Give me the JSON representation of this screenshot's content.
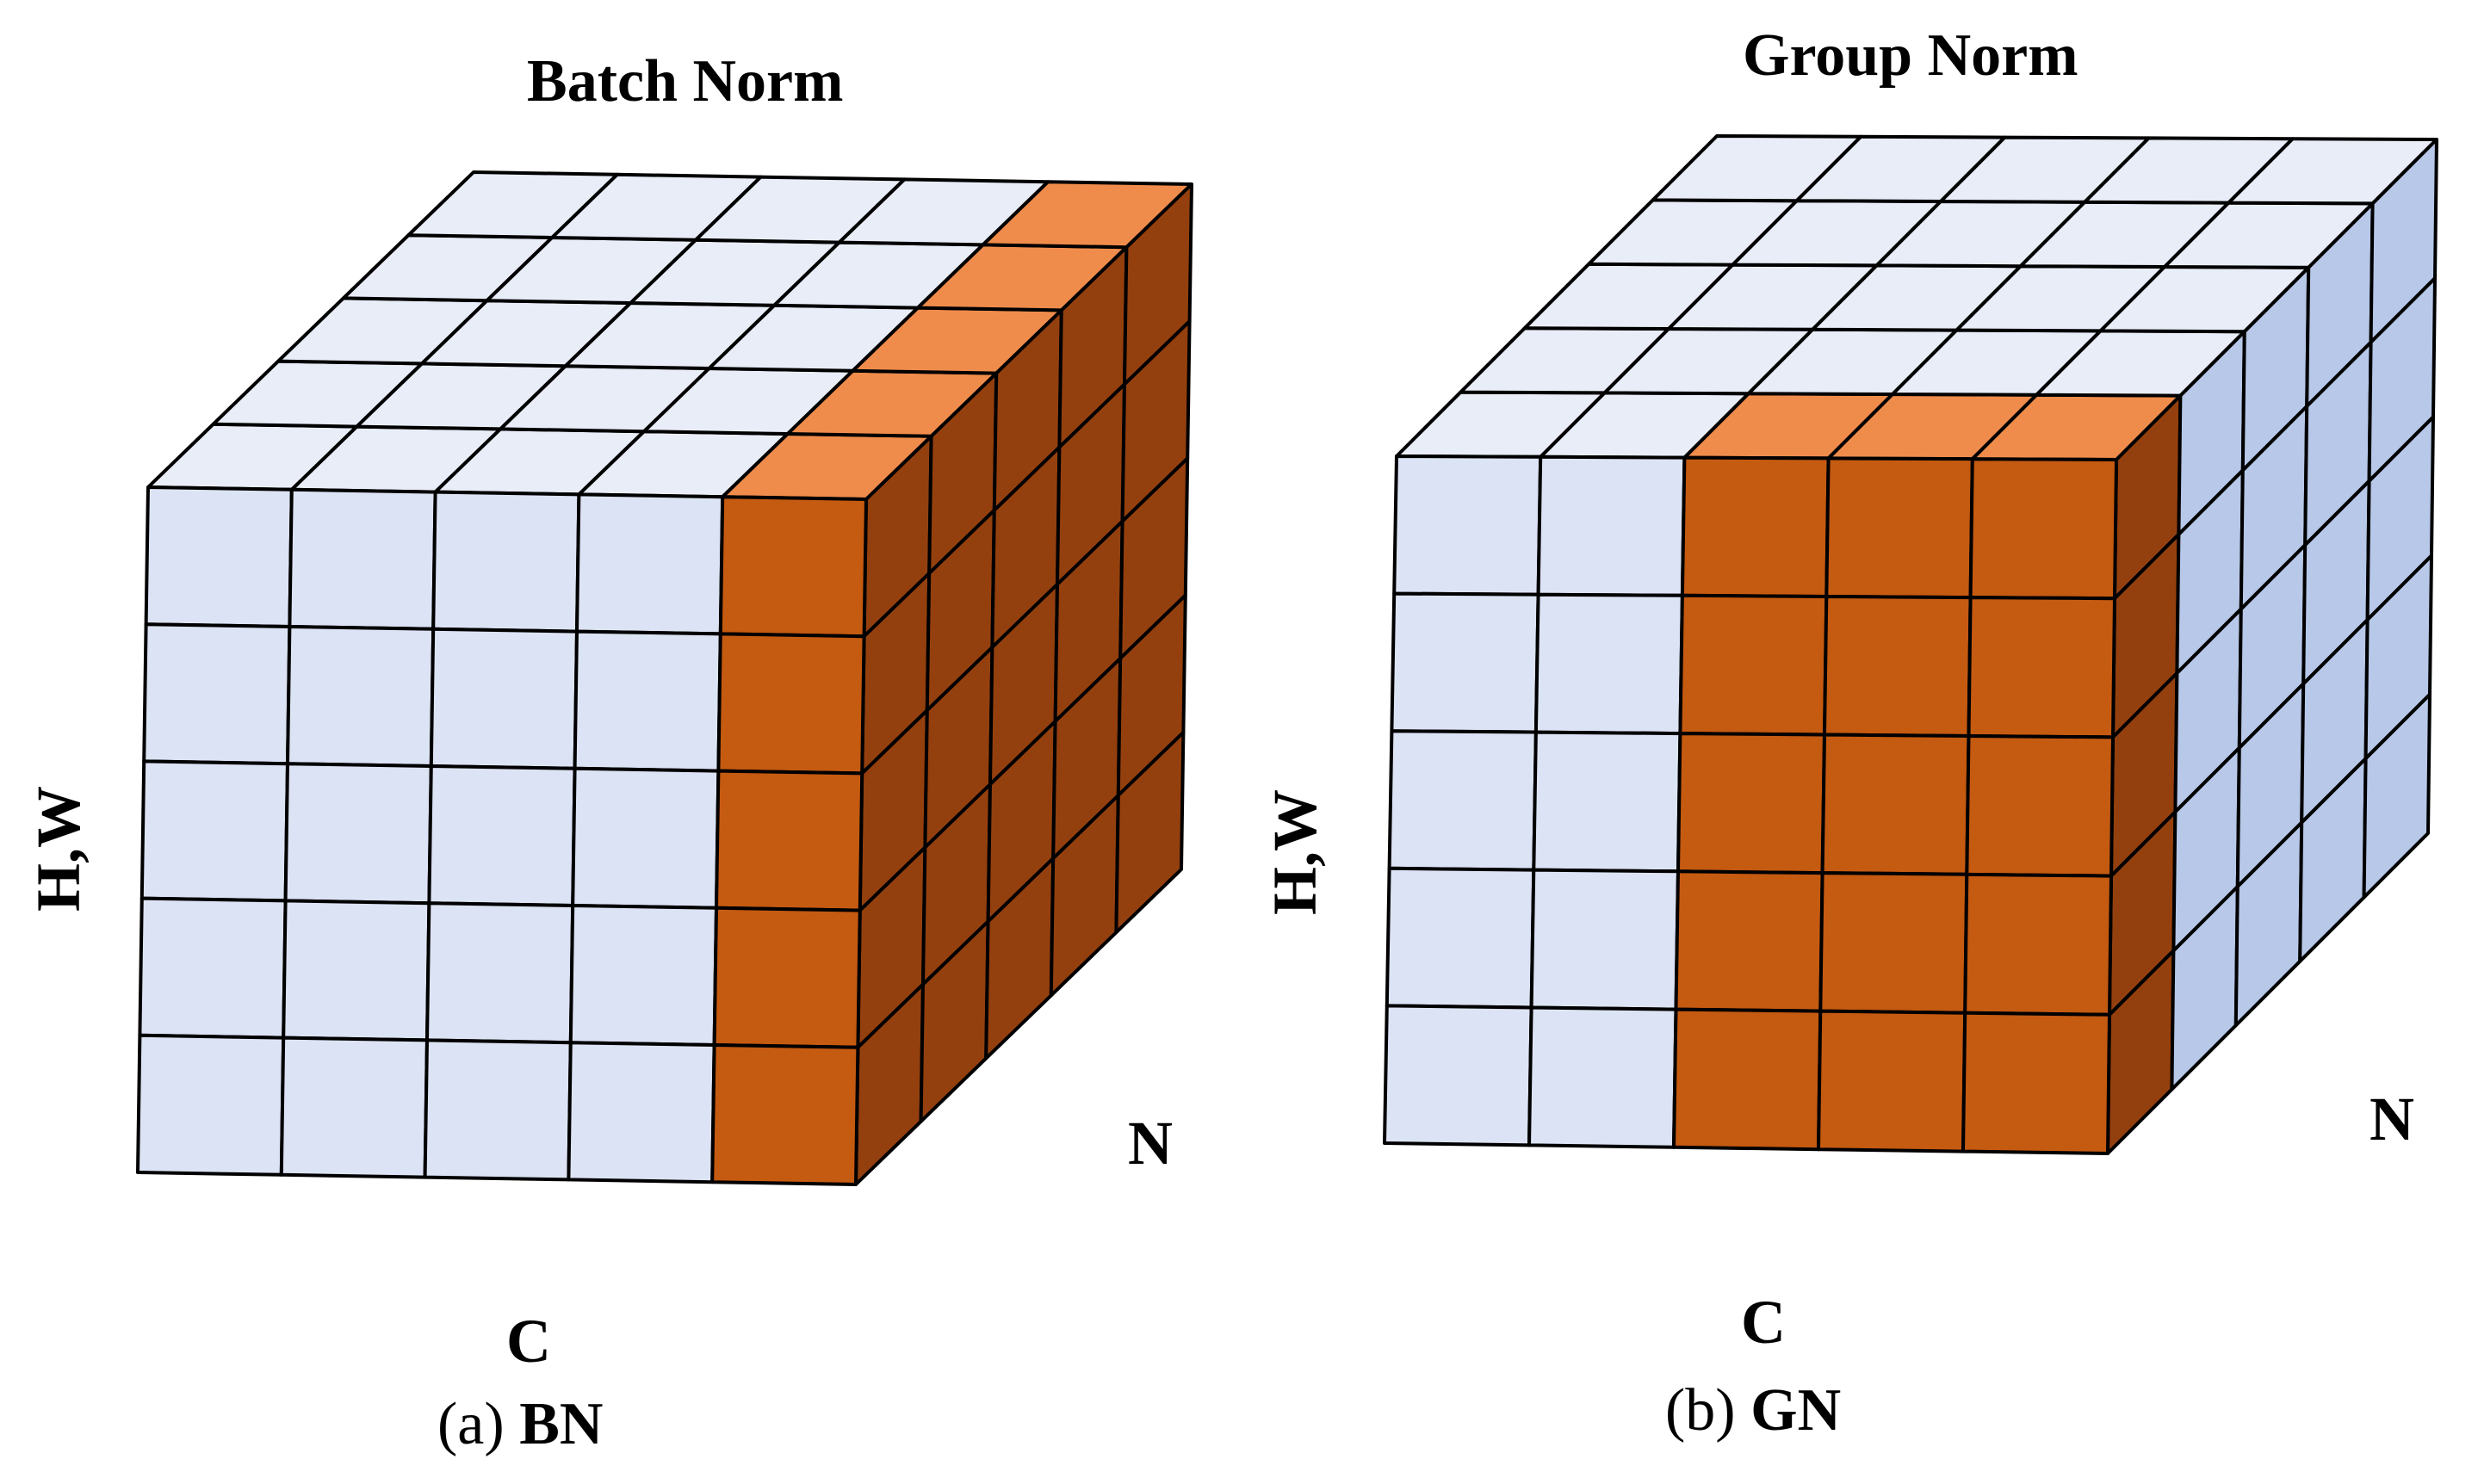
{
  "panels": [
    {
      "id": "bn",
      "title": "Batch Norm",
      "axis_hw": "H,W",
      "axis_c": "C",
      "axis_n": "N",
      "caption_prefix": "(a) ",
      "caption_bold": "BN",
      "highlight": "all N and H,W positions of one channel C",
      "highlighted_columns": [
        5
      ]
    },
    {
      "id": "gn",
      "title": "Group Norm",
      "axis_hw": "H,W",
      "axis_c": "C",
      "axis_n": "N",
      "caption_prefix": "(b) ",
      "caption_bold": "GN",
      "highlight": "a group of channels C for one sample N",
      "highlighted_columns": [
        3,
        4,
        5
      ]
    }
  ],
  "colors": {
    "front_light": "#dce3f4",
    "top_light": "#e8edf8",
    "side_light": "#b7c8e8",
    "front_orange": "#c55a11",
    "top_orange": "#f08c4b",
    "side_orange": "#94400e",
    "grid_line": "#000000"
  }
}
